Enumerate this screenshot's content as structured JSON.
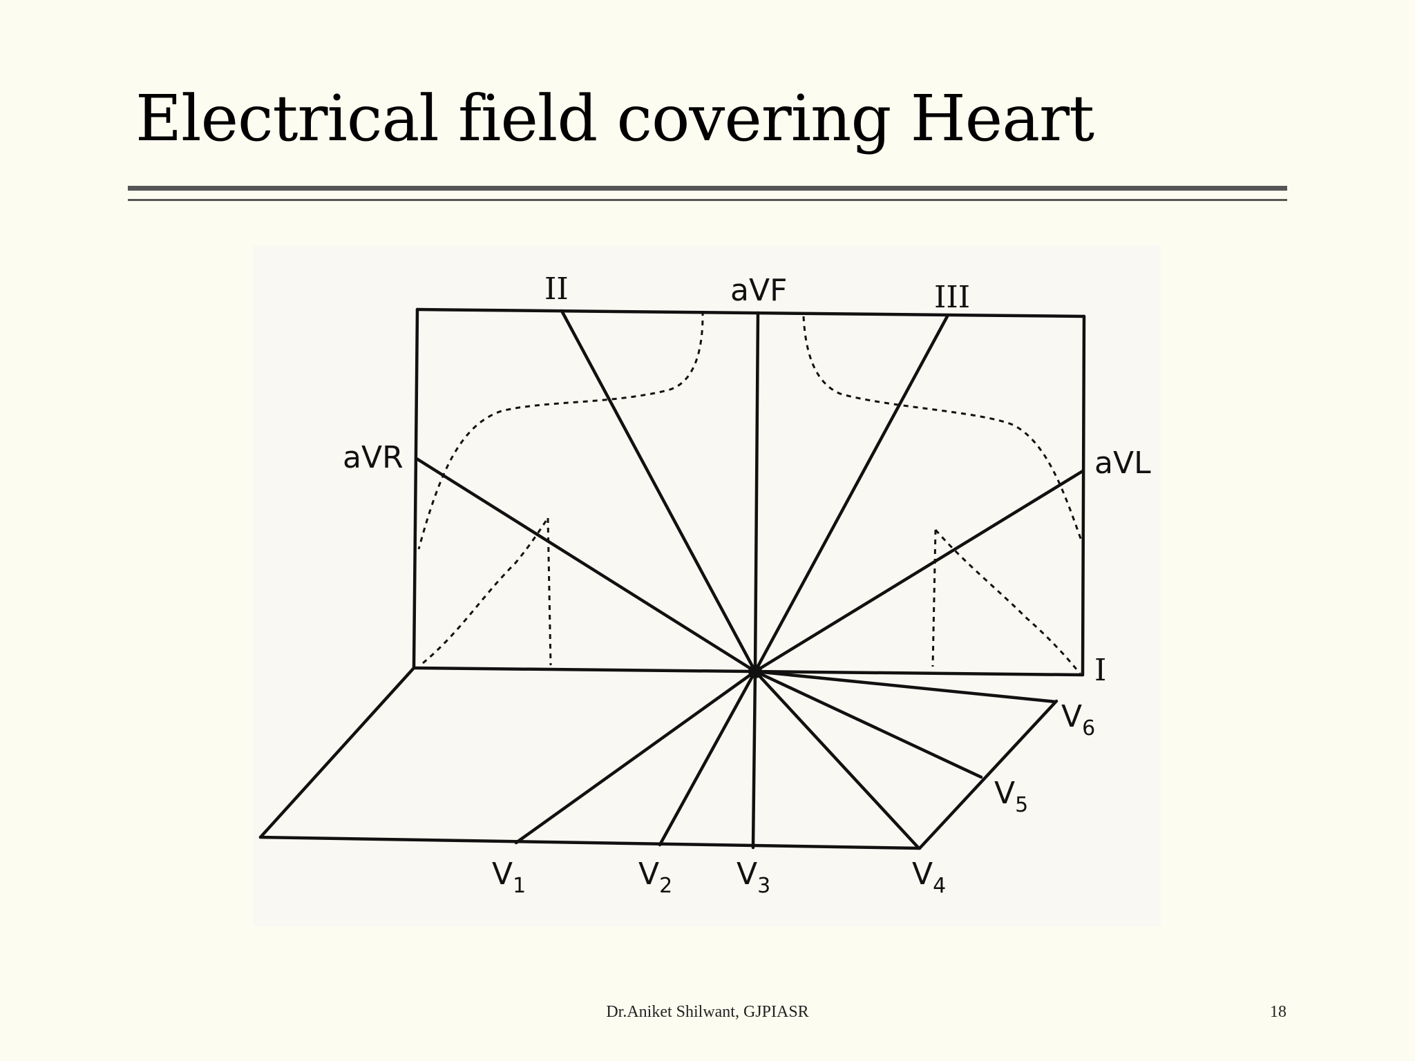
{
  "slide": {
    "title": "Electrical field covering Heart",
    "footer": "Dr.Aniket Shilwant, GJPIASR",
    "page_number": "18"
  },
  "diagram": {
    "limb_leads": [
      "II",
      "aVF",
      "III",
      "aVR",
      "aVL",
      "I"
    ],
    "precordial_leads": [
      {
        "base": "V",
        "sub": "1"
      },
      {
        "base": "V",
        "sub": "2"
      },
      {
        "base": "V",
        "sub": "3"
      },
      {
        "base": "V",
        "sub": "4"
      },
      {
        "base": "V",
        "sub": "5"
      },
      {
        "base": "V",
        "sub": "6"
      }
    ]
  }
}
